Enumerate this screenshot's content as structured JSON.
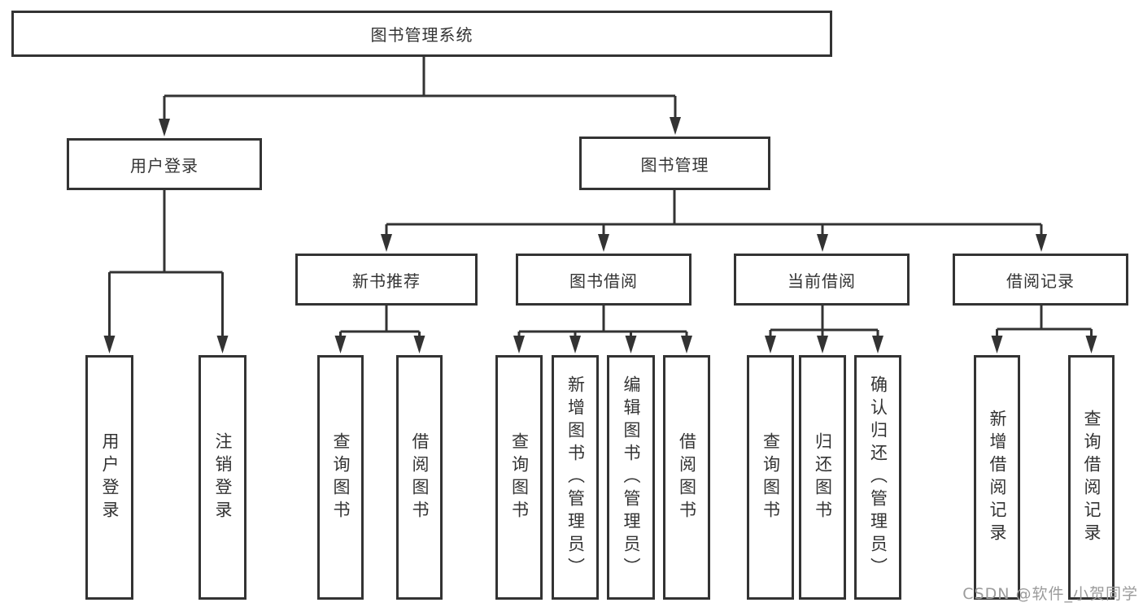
{
  "title": "图书管理系统",
  "login": {
    "label": "用户登录",
    "children": [
      "用户登录",
      "注销登录"
    ]
  },
  "management": {
    "label": "图书管理",
    "sections": [
      {
        "label": "新书推荐",
        "children": [
          "查询图书",
          "借阅图书"
        ]
      },
      {
        "label": "图书借阅",
        "children": [
          "查询图书",
          "新增图书（管理员）",
          "编辑图书（管理员）",
          "借阅图书"
        ]
      },
      {
        "label": "当前借阅",
        "children": [
          "查询图书",
          "归还图书",
          "确认归还（管理员）"
        ]
      },
      {
        "label": "借阅记录",
        "children": [
          "新增借阅记录",
          "查询借阅记录"
        ]
      }
    ]
  },
  "watermark": "CSDN @软件_小贺同学",
  "colors": {
    "line": "#333333",
    "text": "#333333",
    "watermark": "#9b9b9b",
    "background": "#ffffff"
  }
}
